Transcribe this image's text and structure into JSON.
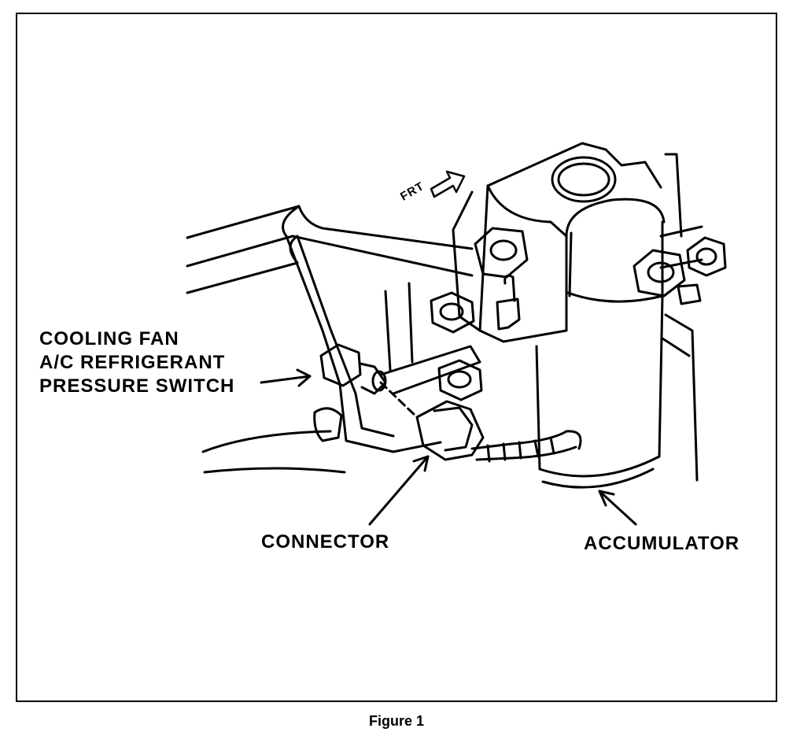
{
  "labels": {
    "fan_line1": "COOLING FAN",
    "fan_line2": "A/C REFRIGERANT",
    "fan_line3": "PRESSURE SWITCH",
    "connector": "CONNECTOR",
    "accumulator": "ACCUMULATOR",
    "direction": "FRT"
  },
  "caption": "Figure 1"
}
